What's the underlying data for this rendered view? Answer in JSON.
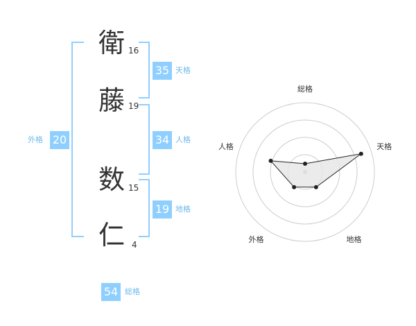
{
  "name_chars": [
    {
      "char": "衛",
      "strokes": "16"
    },
    {
      "char": "藤",
      "strokes": "19"
    },
    {
      "char": "数",
      "strokes": "15"
    },
    {
      "char": "仁",
      "strokes": "4"
    }
  ],
  "fortunes": {
    "tenkaku": {
      "value": "35",
      "label": "天格"
    },
    "jinkaku": {
      "value": "34",
      "label": "人格"
    },
    "chikaku": {
      "value": "19",
      "label": "地格"
    },
    "gaikaku": {
      "value": "20",
      "label": "外格"
    },
    "soukaku": {
      "value": "54",
      "label": "総格"
    }
  },
  "colors": {
    "accent": "#8fcfff",
    "label": "#6fb9ea"
  },
  "chart_data": {
    "type": "radar",
    "axes": [
      "総格",
      "天格",
      "地格",
      "外格",
      "人格"
    ],
    "values": [
      0.12,
      0.85,
      0.27,
      0.27,
      0.52
    ],
    "max": 1.0,
    "rings": 4
  }
}
